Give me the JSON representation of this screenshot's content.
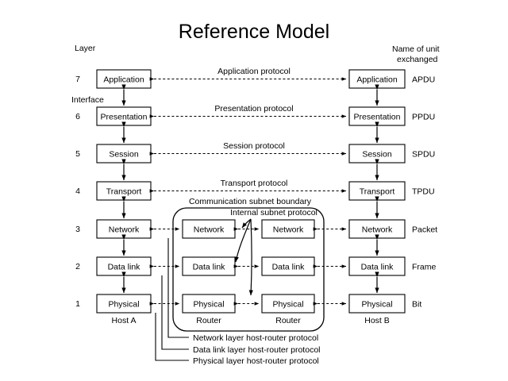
{
  "title": "Reference Model",
  "headers": {
    "left": "Layer",
    "interface": "Interface",
    "right_line1": "Name of unit",
    "right_line2": "exchanged"
  },
  "layers": [
    {
      "num": "7",
      "name": "Application",
      "unit": "APDU",
      "protocol": "Application protocol"
    },
    {
      "num": "6",
      "name": "Presentation",
      "unit": "PPDU",
      "protocol": "Presentation protocol"
    },
    {
      "num": "5",
      "name": "Session",
      "unit": "SPDU",
      "protocol": "Session protocol"
    },
    {
      "num": "4",
      "name": "Transport",
      "unit": "TPDU",
      "protocol": "Transport protocol"
    },
    {
      "num": "3",
      "name": "Network",
      "unit": "Packet",
      "protocol": ""
    },
    {
      "num": "2",
      "name": "Data link",
      "unit": "Frame",
      "protocol": ""
    },
    {
      "num": "1",
      "name": "Physical",
      "unit": "Bit",
      "protocol": ""
    }
  ],
  "router1": {
    "label": "Router",
    "boxes": [
      "Network",
      "Data link",
      "Physical"
    ]
  },
  "router2": {
    "label": "Router",
    "boxes": [
      "Network",
      "Data link",
      "Physical"
    ]
  },
  "hosts": {
    "left": "Host A",
    "right": "Host B"
  },
  "boundary_label": "Communication subnet boundary",
  "internal_label": "Internal subnet protocol",
  "annotations": [
    "Network layer host-router protocol",
    "Data link layer host-router protocol",
    "Physical layer host-router protocol"
  ],
  "colors": {
    "ink": "#000000",
    "paper": "#ffffff"
  }
}
